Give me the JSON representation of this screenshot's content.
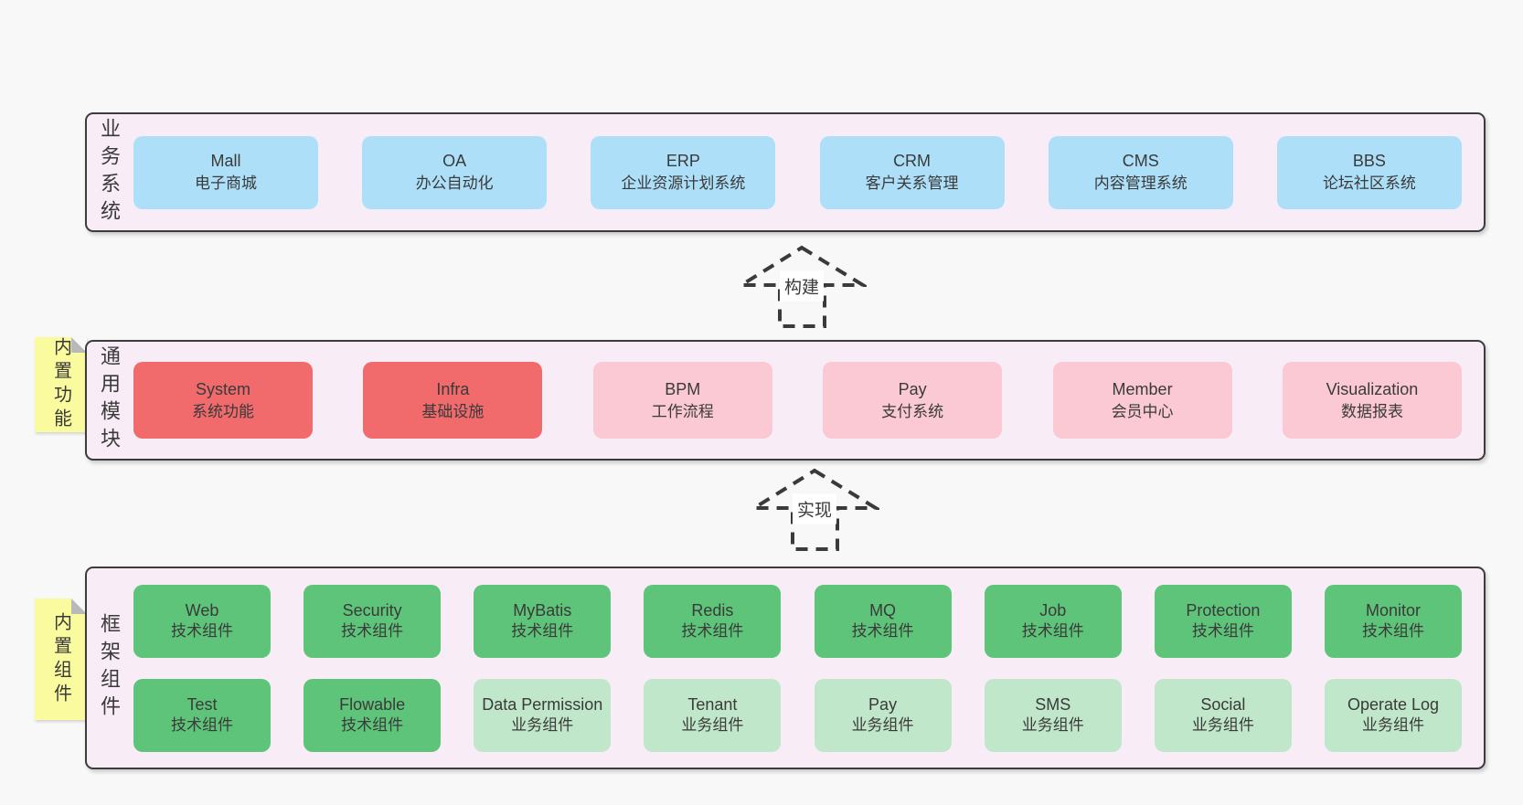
{
  "colors": {
    "page_bg": "#f8f8f8",
    "section_bg": "#f8ecf6",
    "section_border": "#3c3c3c",
    "blue": "#aedff8",
    "red": "#f16a6c",
    "pink": "#fac9d3",
    "green": "#5ec479",
    "light_green": "#c0e7ca",
    "sticky_yellow": "#fafa9e",
    "fold_gray": "#b9b9b9",
    "text": "#3a3a3a"
  },
  "sections": {
    "business": {
      "label": "业务系统",
      "boxes": [
        {
          "title": "Mall",
          "subtitle": "电子商城",
          "variant": "blue"
        },
        {
          "title": "OA",
          "subtitle": "办公自动化",
          "variant": "blue"
        },
        {
          "title": "ERP",
          "subtitle": "企业资源计划系统",
          "variant": "blue"
        },
        {
          "title": "CRM",
          "subtitle": "客户关系管理",
          "variant": "blue"
        },
        {
          "title": "CMS",
          "subtitle": "内容管理系统",
          "variant": "blue"
        },
        {
          "title": "BBS",
          "subtitle": "论坛社区系统",
          "variant": "blue"
        }
      ]
    },
    "modules": {
      "label": "通用模块",
      "sticky": "内置功能",
      "boxes": [
        {
          "title": "System",
          "subtitle": "系统功能",
          "variant": "red"
        },
        {
          "title": "Infra",
          "subtitle": "基础设施",
          "variant": "red"
        },
        {
          "title": "BPM",
          "subtitle": "工作流程",
          "variant": "pink"
        },
        {
          "title": "Pay",
          "subtitle": "支付系统",
          "variant": "pink"
        },
        {
          "title": "Member",
          "subtitle": "会员中心",
          "variant": "pink"
        },
        {
          "title": "Visualization",
          "subtitle": "数据报表",
          "variant": "pink"
        }
      ]
    },
    "components": {
      "label": "框架组件",
      "sticky": "内置组件",
      "rows": [
        [
          {
            "title": "Web",
            "subtitle": "技术组件",
            "variant": "green"
          },
          {
            "title": "Security",
            "subtitle": "技术组件",
            "variant": "green"
          },
          {
            "title": "MyBatis",
            "subtitle": "技术组件",
            "variant": "green"
          },
          {
            "title": "Redis",
            "subtitle": "技术组件",
            "variant": "green"
          },
          {
            "title": "MQ",
            "subtitle": "技术组件",
            "variant": "green"
          },
          {
            "title": "Job",
            "subtitle": "技术组件",
            "variant": "green"
          },
          {
            "title": "Protection",
            "subtitle": "技术组件",
            "variant": "green"
          },
          {
            "title": "Monitor",
            "subtitle": "技术组件",
            "variant": "green"
          }
        ],
        [
          {
            "title": "Test",
            "subtitle": "技术组件",
            "variant": "green"
          },
          {
            "title": "Flowable",
            "subtitle": "技术组件",
            "variant": "green"
          },
          {
            "title": "Data Permission",
            "subtitle": "业务组件",
            "variant": "light-green"
          },
          {
            "title": "Tenant",
            "subtitle": "业务组件",
            "variant": "light-green"
          },
          {
            "title": "Pay",
            "subtitle": "业务组件",
            "variant": "light-green"
          },
          {
            "title": "SMS",
            "subtitle": "业务组件",
            "variant": "light-green"
          },
          {
            "title": "Social",
            "subtitle": "业务组件",
            "variant": "light-green"
          },
          {
            "title": "Operate Log",
            "subtitle": "业务组件",
            "variant": "light-green"
          }
        ]
      ]
    }
  },
  "arrows": [
    {
      "label": "构建"
    },
    {
      "label": "实现"
    }
  ]
}
